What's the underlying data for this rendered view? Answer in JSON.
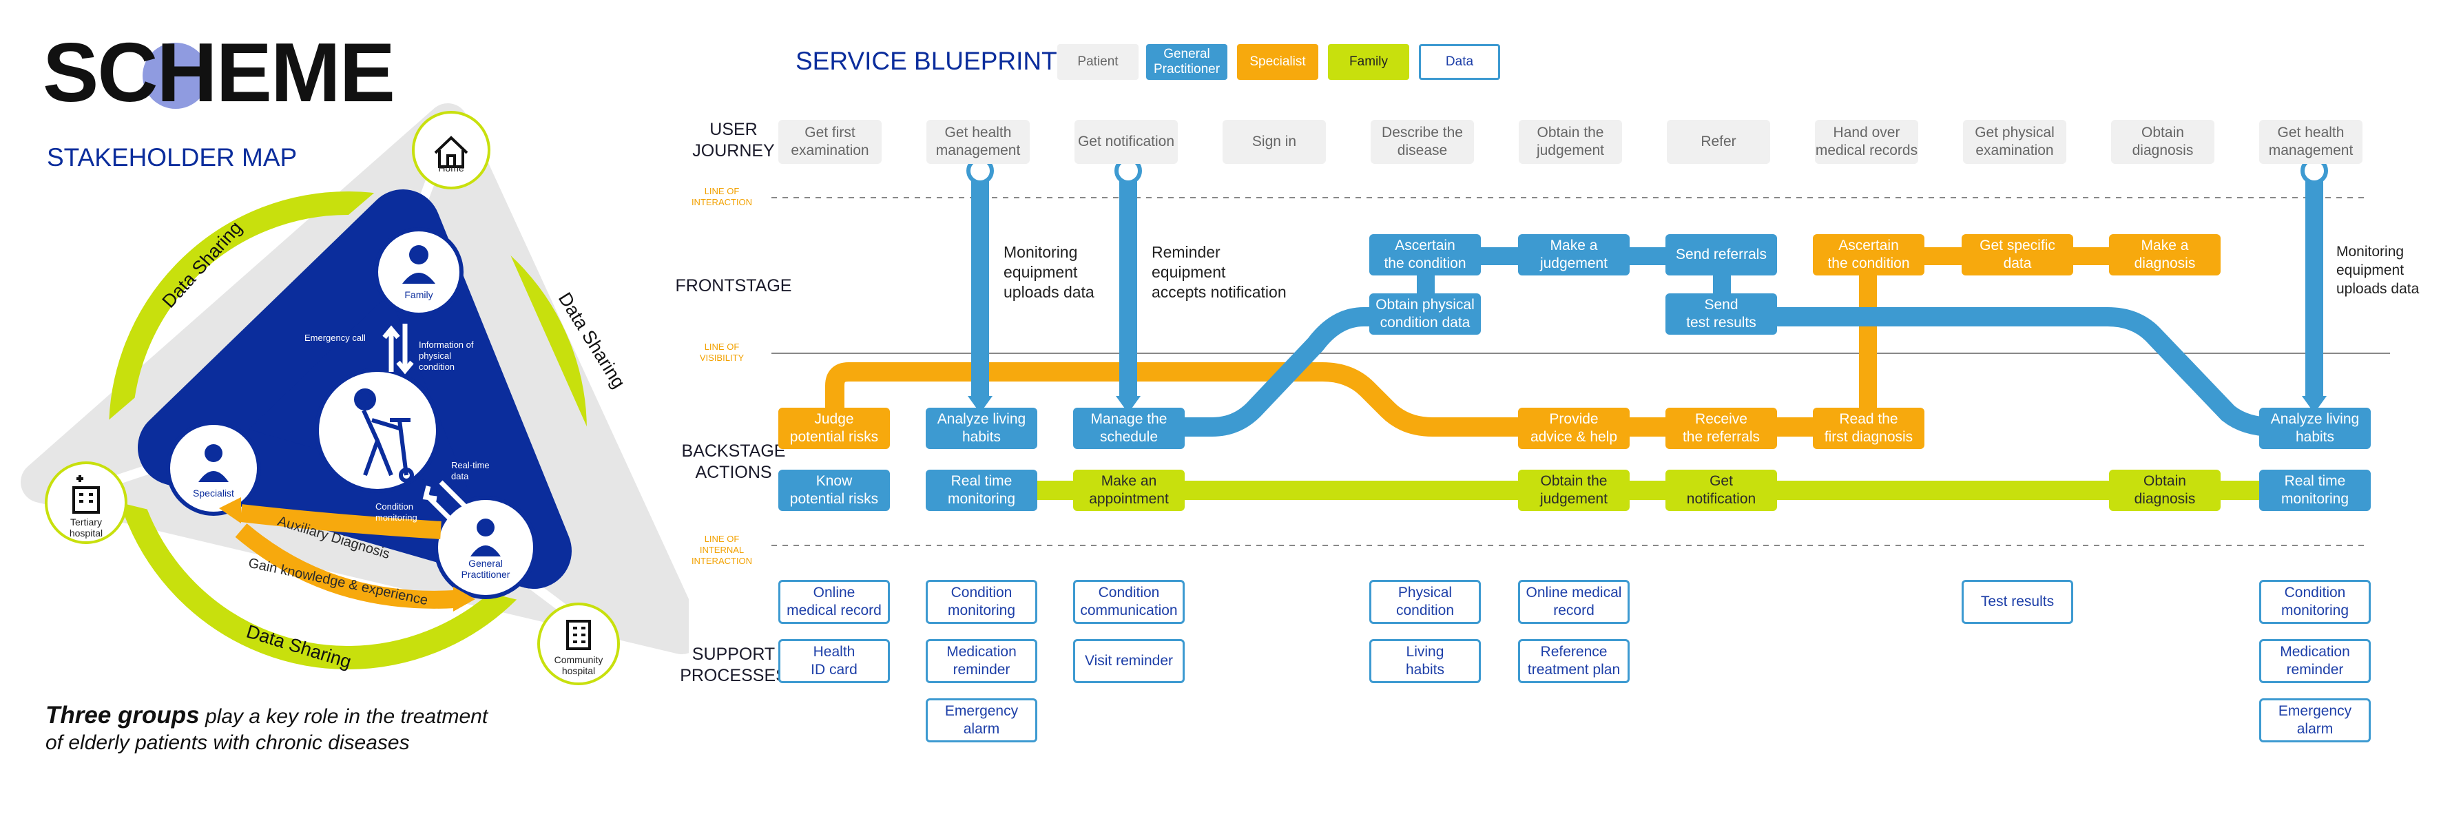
{
  "brand": {
    "logo_text": "SCHEME"
  },
  "stakeholder_map": {
    "title": "STAKEHOLDER MAP",
    "nodes": {
      "home": "Home",
      "family": "Family",
      "specialist": "Specialist",
      "general_practitioner": "General\nPractitioner",
      "tertiary_hospital": "Tertiary\nhospital",
      "community_hospital": "Community\nhospital"
    },
    "ring_labels": {
      "left": "Data Sharing",
      "right": "Data Sharing",
      "bottom": "Data Sharing"
    },
    "arrows": {
      "emergency_call": "Emergency call",
      "information": "Information of\nphysical\ncondition",
      "real_time_data": "Real-time\ndata",
      "condition_monitoring": "Condition\nmonitoring",
      "auxiliary_diagnosis": "Auxiliary Diagnosis",
      "gain_knowledge": "Gain knowledge & experience"
    },
    "caption_bold": "Three groups",
    "caption_rest": " play a key role in the treatment",
    "caption_line2": "of elderly patients with chronic diseases"
  },
  "blueprint": {
    "title": "SERVICE BLUEPRINT",
    "legend": {
      "patient": "Patient",
      "general_practitioner": "General\nPractitioner",
      "specialist": "Specialist",
      "family": "Family",
      "data": "Data"
    },
    "lanes": {
      "user_journey": "USER\nJOURNEY",
      "frontstage": "FRONTSTAGE",
      "backstage": "BACKSTAGE\nACTIONS",
      "support": "SUPPORT\nPROCESSES"
    },
    "lines": {
      "interaction": "LINE OF\nINTERACTION",
      "visibility": "LINE OF\nVISIBILITY",
      "internal": "LINE OF\nINTERNAL\nINTERACTION"
    },
    "journey": [
      "Get first\nexamination",
      "Get health\nmanagement",
      "Get notification",
      "Sign in",
      "Describe the\ndisease",
      "Obtain the\njudgement",
      "Refer",
      "Hand over\nmedical records",
      "Get physical\nexamination",
      "Obtain\ndiagnosis",
      "Get health\nmanagement"
    ],
    "notes": {
      "monitoring_1": "Monitoring\nequipment\nuploads data",
      "reminder": "Reminder\nequipment\naccepts notification",
      "monitoring_2": "Monitoring\nequipment\nuploads data"
    },
    "frontstage": {
      "ascertain_1": "Ascertain\nthe condition",
      "make_judgement": "Make a\njudgement",
      "send_referrals": "Send referrals",
      "obtain_physical": "Obtain physical\ncondition data",
      "send_test": "Send\ntest results",
      "ascertain_2": "Ascertain\nthe condition",
      "get_specific": "Get specific\ndata",
      "make_diagnosis": "Make a\ndiagnosis"
    },
    "backstage": {
      "judge_risks": "Judge\npotential risks",
      "analyze_1": "Analyze living\nhabits",
      "manage_schedule": "Manage the\nschedule",
      "provide_advice": "Provide\nadvice & help",
      "receive_referrals": "Receive\nthe referrals",
      "read_first": "Read the\nfirst diagnosis",
      "analyze_2": "Analyze living\nhabits",
      "know_risks": "Know\npotential risks",
      "real_time_1": "Real time\nmonitoring",
      "make_appointment": "Make an\nappointment",
      "obtain_judgement": "Obtain the\njudgement",
      "get_notification": "Get\nnotification",
      "obtain_diagnosis": "Obtain\ndiagnosis",
      "real_time_2": "Real time\nmonitoring"
    },
    "support": {
      "online_record_1": "Online\nmedical record",
      "health_id": "Health\nID card",
      "condition_monitoring_1": "Condition\nmonitoring",
      "medication_1": "Medication\nreminder",
      "emergency_1": "Emergency\nalarm",
      "condition_communication": "Condition\ncommunication",
      "visit_reminder": "Visit reminder",
      "physical_condition": "Physical\ncondition",
      "living_habits": "Living\nhabits",
      "online_record_2": "Online medical\nrecord",
      "reference_plan": "Reference\ntreatment plan",
      "test_results": "Test results",
      "condition_monitoring_2": "Condition\nmonitoring",
      "medication_2": "Medication\nreminder",
      "emergency_2": "Emergency\nalarm"
    }
  },
  "colors": {
    "navy": "#0b2d9c",
    "blue": "#3d9ad1",
    "yellow": "#f7a90d",
    "green": "#c8e00d",
    "patient_grey": "#f0f0f0"
  }
}
